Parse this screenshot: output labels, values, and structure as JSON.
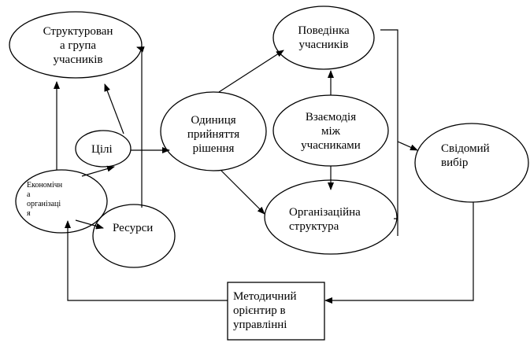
{
  "nodes": {
    "structured_group": "Структурован\nа група\nучасників",
    "behavior": "Поведінка\nучасників",
    "goals": "Цілі",
    "decision_unit": "Одиниця\nприйняття\nрішення",
    "interaction": "Взаємодія\nміж\nучасниками",
    "conscious_choice": "Свідомий\nвибір",
    "economic_org": "Економічн\nа\nорганізаці\nя",
    "resources": "Ресурси",
    "org_structure": "Організаційна\nструктура",
    "method_guide": "Методичний\nорієнтир в\nуправлінні"
  }
}
